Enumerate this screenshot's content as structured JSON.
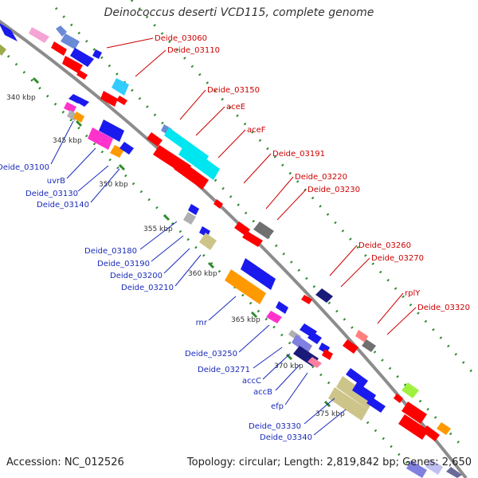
{
  "header": {
    "title": "Deinococcus deserti VCD115, complete genome"
  },
  "footer": {
    "accession": "Accession: NC_012526",
    "topology": "Topology: circular; Length: 2,819,842 bp; Genes: 2,650"
  },
  "colors": {
    "backbone": "#8c8c8c",
    "tick": "#2e8b2e",
    "forward_label": "#cc0000",
    "reverse_label": "#1a2bb8",
    "forward_gene": "#ff0000",
    "reverse_gene": "#1a1aee"
  },
  "kbp_ticks": [
    {
      "label": "340 kbp",
      "kbp": 340
    },
    {
      "label": "345 kbp",
      "kbp": 345
    },
    {
      "label": "350 kbp",
      "kbp": 350
    },
    {
      "label": "355 kbp",
      "kbp": 355
    },
    {
      "label": "360 kbp",
      "kbp": 360
    },
    {
      "label": "365 kbp",
      "kbp": 365
    },
    {
      "label": "370 kbp",
      "kbp": 370
    },
    {
      "label": "375 kbp",
      "kbp": 375
    }
  ],
  "forward_labels": [
    "Deide_03060",
    "Deide_03110",
    "Deide_03150",
    "aceE",
    "aceF",
    "Deide_03191",
    "Deide_03220",
    "Deide_03230",
    "Deide_03260",
    "Deide_03270",
    "rplY",
    "Deide_03320"
  ],
  "reverse_labels": [
    "Deide_03100",
    "uvrB",
    "Deide_03130",
    "Deide_03140",
    "Deide_03180",
    "Deide_03190",
    "Deide_03200",
    "Deide_03210",
    "rnr",
    "Deide_03250",
    "Deide_03271",
    "accC",
    "accB",
    "efp",
    "Deide_03330",
    "Deide_03340"
  ]
}
